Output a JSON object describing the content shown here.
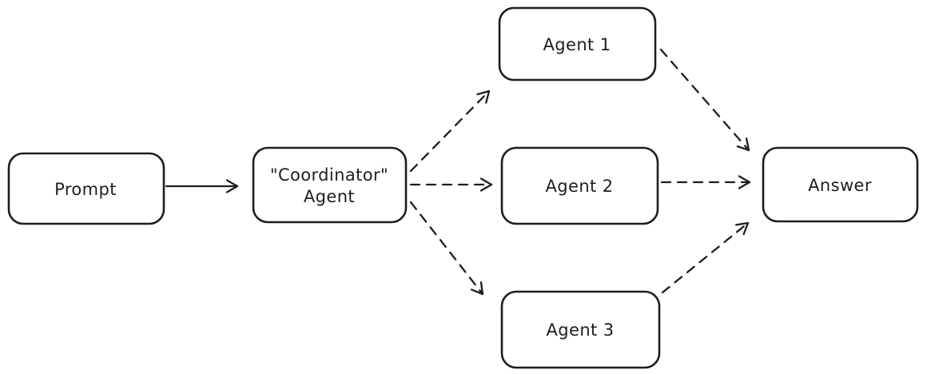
{
  "diagram": {
    "type": "flowchart",
    "style": "hand-drawn",
    "colors": {
      "stroke": "#1e1e1e",
      "text": "#1e1e1e",
      "node_fill": "#ffffff",
      "background": "#ffffff"
    },
    "nodes": {
      "prompt": {
        "label": "Prompt"
      },
      "coordinator": {
        "label_line1": "\"Coordinator\"",
        "label_line2": "Agent"
      },
      "agent1": {
        "label": "Agent 1"
      },
      "agent2": {
        "label": "Agent 2"
      },
      "agent3": {
        "label": "Agent 3"
      },
      "answer": {
        "label": "Answer"
      }
    },
    "edges": [
      {
        "from": "Prompt",
        "to": "\"Coordinator\" Agent",
        "line": "solid",
        "arrowhead": "open-chevron"
      },
      {
        "from": "\"Coordinator\" Agent",
        "to": "Agent 1",
        "line": "dashed",
        "arrowhead": "open-chevron"
      },
      {
        "from": "\"Coordinator\" Agent",
        "to": "Agent 2",
        "line": "dashed",
        "arrowhead": "open-chevron"
      },
      {
        "from": "\"Coordinator\" Agent",
        "to": "Agent 3",
        "line": "dashed",
        "arrowhead": "open-chevron"
      },
      {
        "from": "Agent 1",
        "to": "Answer",
        "line": "dashed",
        "arrowhead": "open-chevron"
      },
      {
        "from": "Agent 2",
        "to": "Answer",
        "line": "dashed",
        "arrowhead": "open-chevron"
      },
      {
        "from": "Agent 3",
        "to": "Answer",
        "line": "dashed",
        "arrowhead": "open-chevron"
      }
    ]
  }
}
